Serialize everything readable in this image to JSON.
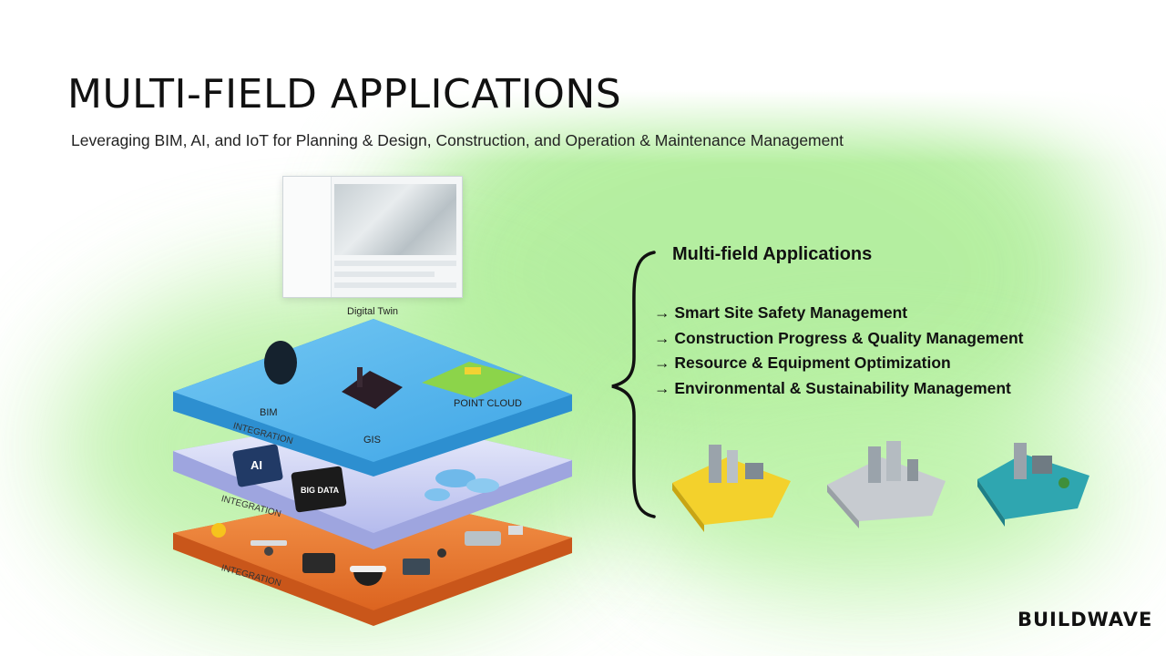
{
  "title": "MULTI-FIELD APPLICATIONS",
  "subtitle": "Leveraging BIM, AI, and IoT for Planning & Design, Construction, and Operation & Maintenance Management",
  "diagram": {
    "top_label": "Digital Twin",
    "layer1": {
      "bim": "BIM",
      "gis": "GIS",
      "point_cloud": "POINT CLOUD",
      "integration": "INTEGRATION"
    },
    "layer2": {
      "integration": "INTEGRATION",
      "ai_chip": "AI",
      "big_data": "BIG DATA"
    },
    "layer3": {
      "integration": "INTEGRATION"
    }
  },
  "panel": {
    "heading": "Multi-field Applications",
    "items": [
      "→ Smart Site Safety Management",
      "→ Construction Progress & Quality Management",
      "→ Resource & Equipment Optimization",
      "→ Environmental & Sustainability Management"
    ]
  },
  "brand": "BUILDWAVE",
  "colors": {
    "green_glow": "#9be58a",
    "layer_blue": "#53b6ec",
    "layer_lavender": "#c9cdf2",
    "layer_orange": "#ec7a2c"
  }
}
